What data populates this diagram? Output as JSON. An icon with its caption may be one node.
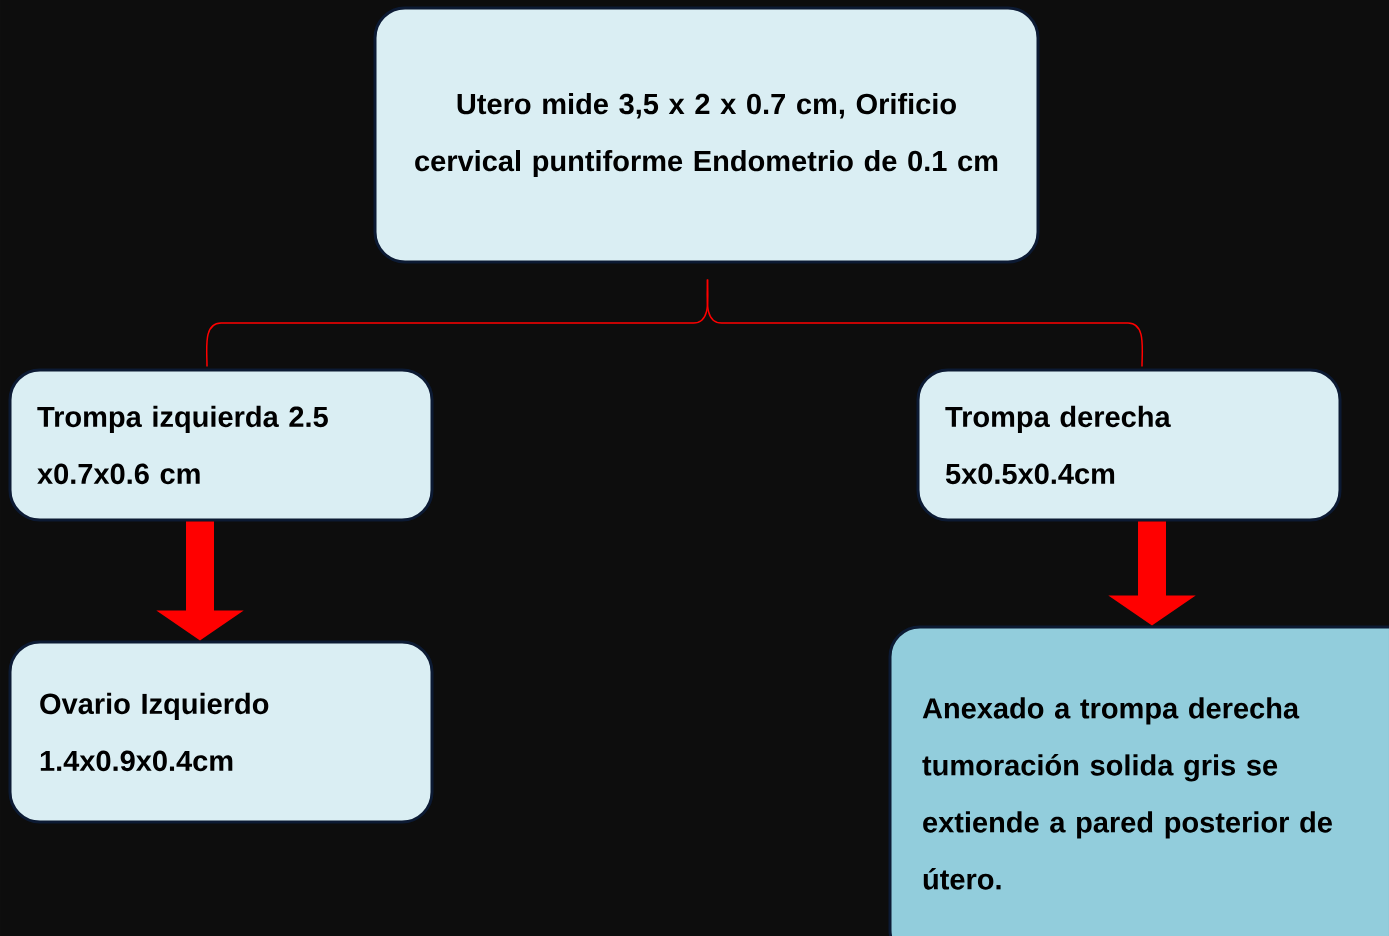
{
  "diagram": {
    "nodes": [
      {
        "text": [
          "Utero mide 3,5 x 2 x 0.7 cm, Orificio cervical puntiforme Endometrio de 0.1 cm"
        ]
      },
      {
        "text": [
          "Trompa izquierda 2.5 x0.7x0.6 cm"
        ]
      },
      {
        "text": [
          "Trompa derecha 5x0.5x0.4cm"
        ]
      },
      {
        "text": [
          "Ovario Izquierdo 1.4x0.9x0.4cm"
        ]
      },
      {
        "text": [
          "Anexado a trompa derecha tumoración solida gris se extiende a pared posterior de útero."
        ]
      }
    ],
    "edges": [
      {
        "from": 0,
        "to": 1,
        "arrow": "none"
      },
      {
        "from": 0,
        "to": 2,
        "arrow": "none"
      },
      {
        "from": 1,
        "to": 3,
        "arrow": "to",
        "style": "thick"
      },
      {
        "from": 2,
        "to": 4,
        "arrow": "to",
        "style": "thick"
      }
    ]
  }
}
